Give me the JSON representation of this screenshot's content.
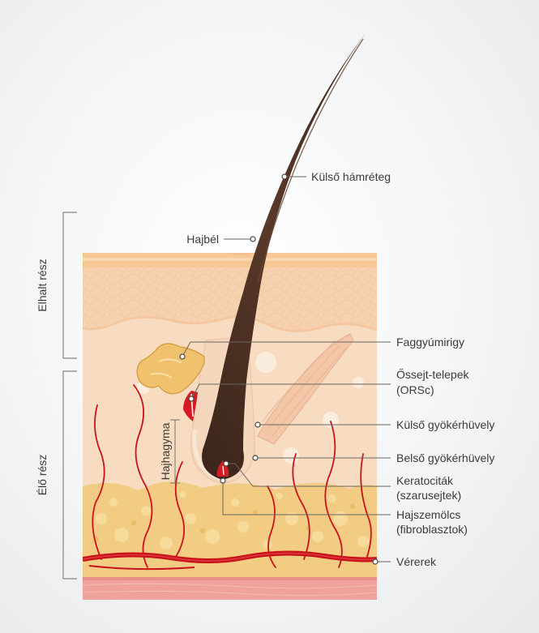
{
  "diagram": {
    "labels": {
      "outer_cuticle": "Külső hámréteg",
      "medulla": "Hajbél",
      "sebaceous_gland": "Faggyúmirigy",
      "stem_cell_1": "Őssejt-telepek",
      "stem_cell_2": "(ORSc)",
      "outer_root_sheath": "Külső gyökérhüvely",
      "inner_root_sheath": "Belső gyökérhüvely",
      "keratinocytes_1": "Keratociták",
      "keratinocytes_2": "(szarusejtek)",
      "papilla_1": "Hajszemölcs",
      "papilla_2": "(fibroblasztok)",
      "blood_vessels": "Vérerek",
      "hair_bulb": "Hajhagyma"
    },
    "side_labels": {
      "dead_part": "Elhalt rész",
      "living_part": "Élő rész"
    },
    "colors": {
      "hair": "#4a2f22",
      "skin_top": "#f6c79a",
      "dermis": "#f6dcc0",
      "fat": "#f0c572",
      "blood": "#d2131c",
      "muscle_layer": "#eea09a"
    }
  }
}
